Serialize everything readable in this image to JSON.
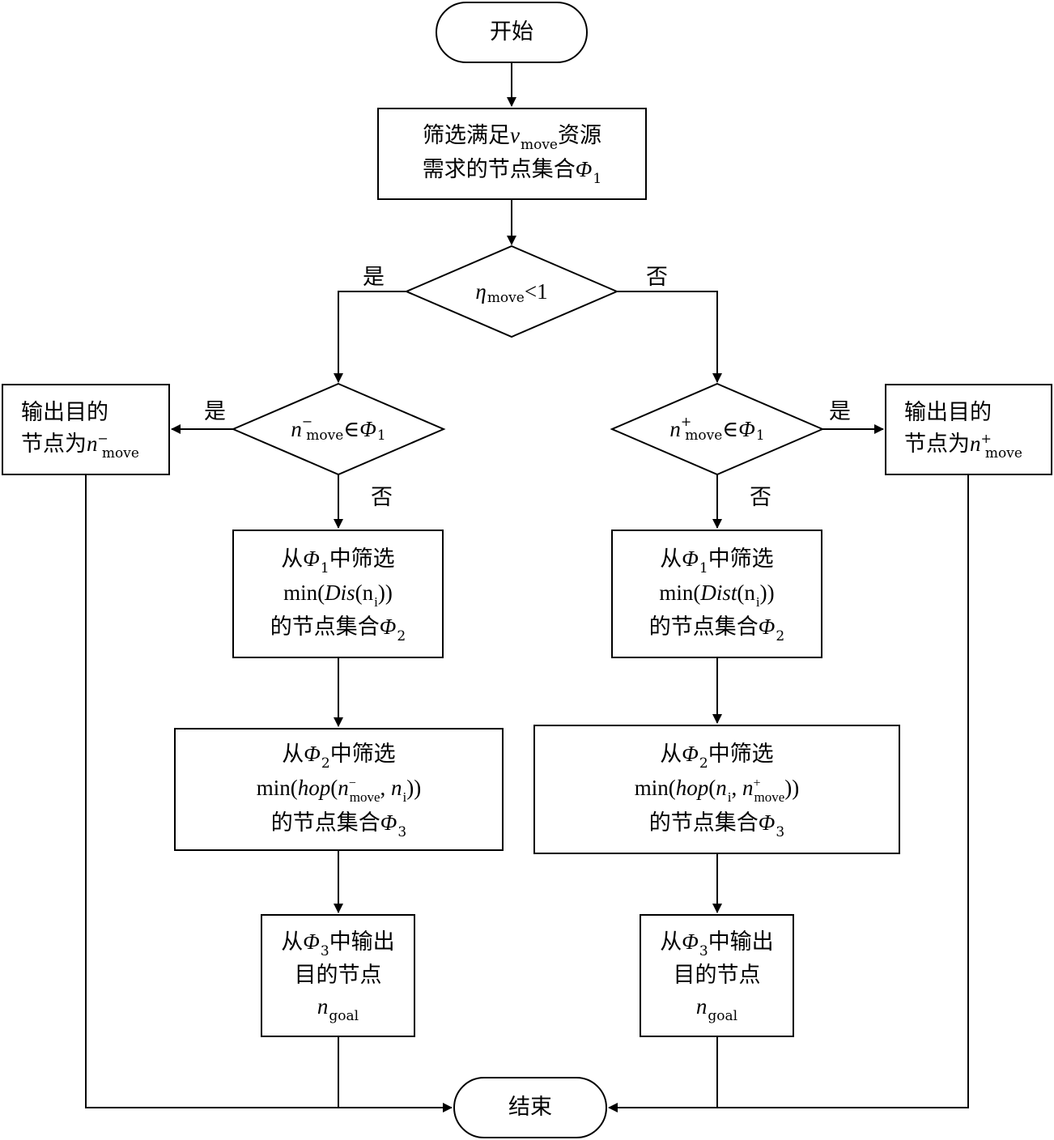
{
  "nodes": {
    "start": "开始",
    "end": "结束",
    "filter": {
      "pre": "筛选满足",
      "var": "v",
      "sub": "move",
      "post": "资源",
      "line2": "需求的节点集合",
      "phi": "Φ",
      "phi_sub": "1"
    },
    "cond_eta": {
      "var": "η",
      "sub": "move",
      "rhs": "<1"
    },
    "cond_left": {
      "var": "n",
      "sup": "−",
      "sub": "move",
      "op": "∈",
      "phi": "Φ",
      "phi_sub": "1"
    },
    "cond_right": {
      "var": "n",
      "sup": "+",
      "sub": "move",
      "op": "∈",
      "phi": "Φ",
      "phi_sub": "1"
    },
    "out_left": {
      "line1": "输出目的",
      "line2": "节点为",
      "var": "n",
      "sup": "−",
      "sub": "move"
    },
    "out_right": {
      "line1": "输出目的",
      "line2": "节点为",
      "var": "n",
      "sup": "+",
      "sub": "move"
    },
    "phi2_left": {
      "from": "从",
      "phi": "Φ",
      "phi_sub": "1",
      "mid": "中筛选",
      "fn": "min(",
      "dist": "Dis",
      "arg": "(n",
      "arg_sub": "i",
      "close": "))",
      "line3": "的节点集合",
      "phi_out": "Φ",
      "phi_out_sub": "2"
    },
    "phi2_right": {
      "from": "从",
      "phi": "Φ",
      "phi_sub": "1",
      "mid": "中筛选",
      "fn": "min(",
      "dist": "Dist",
      "arg": "(n",
      "arg_sub": "i",
      "close": "))",
      "line3": "的节点集合",
      "phi_out": "Φ",
      "phi_out_sub": "2"
    },
    "phi3_left": {
      "from": "从",
      "phi": "Φ",
      "phi_sub": "2",
      "mid": "中筛选",
      "fn": "min(",
      "hop": "hop",
      "open": "(",
      "n": "n",
      "n_sup": "−",
      "n_sub": "move",
      "comma": ", ",
      "ni": "n",
      "ni_sub": "i",
      "close": "))",
      "line3": "的节点集合",
      "phi_out": "Φ",
      "phi_out_sub": "3"
    },
    "phi3_right": {
      "from": "从",
      "phi": "Φ",
      "phi_sub": "2",
      "mid": "中筛选",
      "fn": "min(",
      "hop": "hop",
      "open": "(",
      "ni": "n",
      "ni_sub": "i",
      "comma": ", ",
      "n": "n",
      "n_sup": "+",
      "n_sub": "move",
      "close": "))",
      "line3": "的节点集合",
      "phi_out": "Φ",
      "phi_out_sub": "3"
    },
    "goal_left": {
      "from": "从",
      "phi": "Φ",
      "phi_sub": "3",
      "mid": "中输出",
      "line2": "目的节点",
      "var": "n",
      "sub": "goal"
    },
    "goal_right": {
      "from": "从",
      "phi": "Φ",
      "phi_sub": "3",
      "mid": "中输出",
      "line2": "目的节点",
      "var": "n",
      "sub": "goal"
    }
  },
  "edge_labels": {
    "eta_yes": "是",
    "eta_no": "否",
    "left_yes": "是",
    "left_no": "否",
    "right_yes": "是",
    "right_no": "否"
  }
}
